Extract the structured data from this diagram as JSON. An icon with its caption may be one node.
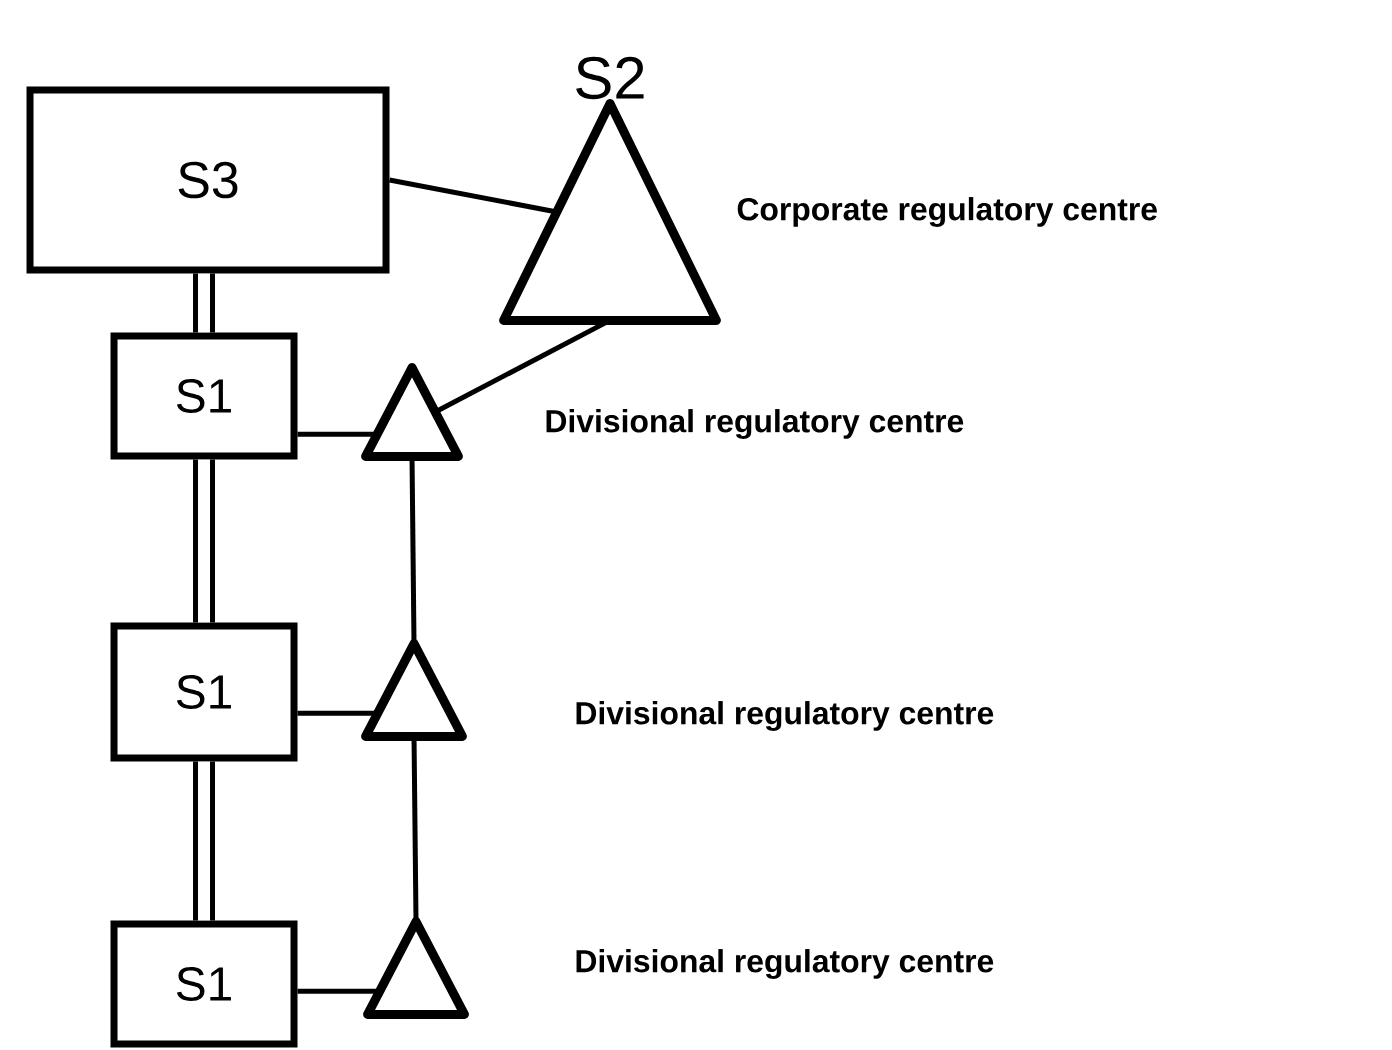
{
  "diagram": {
    "nodes": [
      {
        "text": [
          "S3"
        ]
      },
      {
        "text": [
          "S2"
        ],
        "beside": [
          "Corporate regulatory centre"
        ]
      },
      {
        "text": [
          "S1"
        ]
      },
      {
        "text": [],
        "shape": "triangle",
        "beside": [
          "Divisional regulatory centre"
        ]
      },
      {
        "text": [
          "S1"
        ]
      },
      {
        "text": [],
        "shape": "triangle",
        "beside": [
          "Divisional regulatory centre"
        ]
      },
      {
        "text": [
          "S1"
        ]
      },
      {
        "text": [],
        "shape": "triangle",
        "beside": [
          "Divisional regulatory centre"
        ]
      }
    ],
    "edges": [
      {
        "from": 0,
        "to": 1,
        "arrow": "none"
      },
      {
        "from": 0,
        "to": 2,
        "arrow": "none",
        "style": "thick"
      },
      {
        "from": 1,
        "to": 3,
        "arrow": "none"
      },
      {
        "from": 2,
        "to": 3,
        "arrow": "none"
      },
      {
        "from": 2,
        "to": 4,
        "arrow": "none",
        "style": "thick"
      },
      {
        "from": 3,
        "to": 5,
        "arrow": "none"
      },
      {
        "from": 4,
        "to": 5,
        "arrow": "none"
      },
      {
        "from": 4,
        "to": 6,
        "arrow": "none",
        "style": "thick"
      },
      {
        "from": 6,
        "to": 7,
        "arrow": "none"
      },
      {
        "from": 5,
        "to": 7,
        "arrow": "none"
      }
    ]
  }
}
